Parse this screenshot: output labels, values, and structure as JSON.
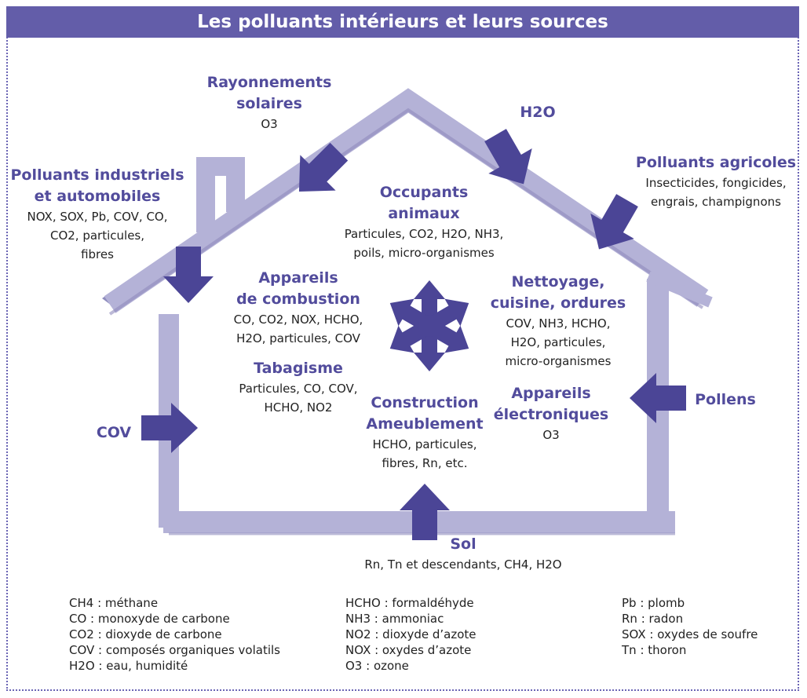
{
  "title": "Les polluants intérieurs et leurs sources",
  "colors": {
    "accent": "#635da9",
    "house": "#b7b5d8",
    "arrow": "#4b4596"
  },
  "external_sources": [
    {
      "id": "solaire",
      "title_lines": [
        "Rayonnements",
        "solaires"
      ],
      "detail_lines": [
        "O3"
      ]
    },
    {
      "id": "h2o",
      "title_lines": [
        "H2O"
      ],
      "detail_lines": []
    },
    {
      "id": "industriels",
      "title_lines": [
        "Polluants industriels",
        "et automobiles"
      ],
      "detail_lines": [
        "NOX, SOX, Pb, COV, CO,",
        "CO2, particules,",
        "fibres"
      ]
    },
    {
      "id": "agricoles",
      "title_lines": [
        "Polluants agricoles"
      ],
      "detail_lines": [
        "Insecticides, fongicides,",
        "engrais, champignons"
      ]
    },
    {
      "id": "cov",
      "title_lines": [
        "COV"
      ],
      "detail_lines": []
    },
    {
      "id": "pollens",
      "title_lines": [
        "Pollens"
      ],
      "detail_lines": []
    },
    {
      "id": "sol",
      "title_lines": [
        "Sol"
      ],
      "detail_lines": [
        "Rn, Tn et descendants, CH4, H2O"
      ]
    }
  ],
  "internal_sources": [
    {
      "id": "occupants",
      "title_lines": [
        "Occupants",
        "animaux"
      ],
      "detail_lines": [
        "Particules, CO2, H2O, NH3,",
        "poils, micro-organismes"
      ]
    },
    {
      "id": "combustion",
      "title_lines": [
        "Appareils",
        "de combustion"
      ],
      "detail_lines": [
        "CO, CO2, NOX, HCHO,",
        "H2O, particules, COV"
      ]
    },
    {
      "id": "nettoyage",
      "title_lines": [
        "Nettoyage,",
        "cuisine, ordures"
      ],
      "detail_lines": [
        "COV, NH3, HCHO,",
        "H2O, particules,",
        "micro-organismes"
      ]
    },
    {
      "id": "tabagisme",
      "title_lines": [
        "Tabagisme"
      ],
      "detail_lines": [
        "Particules, CO, COV,",
        "HCHO, NO2"
      ]
    },
    {
      "id": "construction",
      "title_lines": [
        "Construction",
        "Ameublement"
      ],
      "detail_lines": [
        "HCHO, particules,",
        "fibres, Rn, etc."
      ]
    },
    {
      "id": "electroniques",
      "title_lines": [
        "Appareils",
        "électroniques"
      ],
      "detail_lines": [
        "O3"
      ]
    }
  ],
  "legend": [
    [
      "CH4 : méthane",
      "CO : monoxyde de carbone",
      "CO2 : dioxyde de carbone",
      "COV : composés organiques volatils",
      "H2O : eau, humidité"
    ],
    [
      "HCHO : formaldéhyde",
      "NH3 : ammoniac",
      "NO2 : dioxyde d’azote",
      "NOX : oxydes d’azote",
      "O3 : ozone"
    ],
    [
      "Pb : plomb",
      "Rn : radon",
      "SOX : oxydes de soufre",
      "Tn : thoron"
    ]
  ]
}
